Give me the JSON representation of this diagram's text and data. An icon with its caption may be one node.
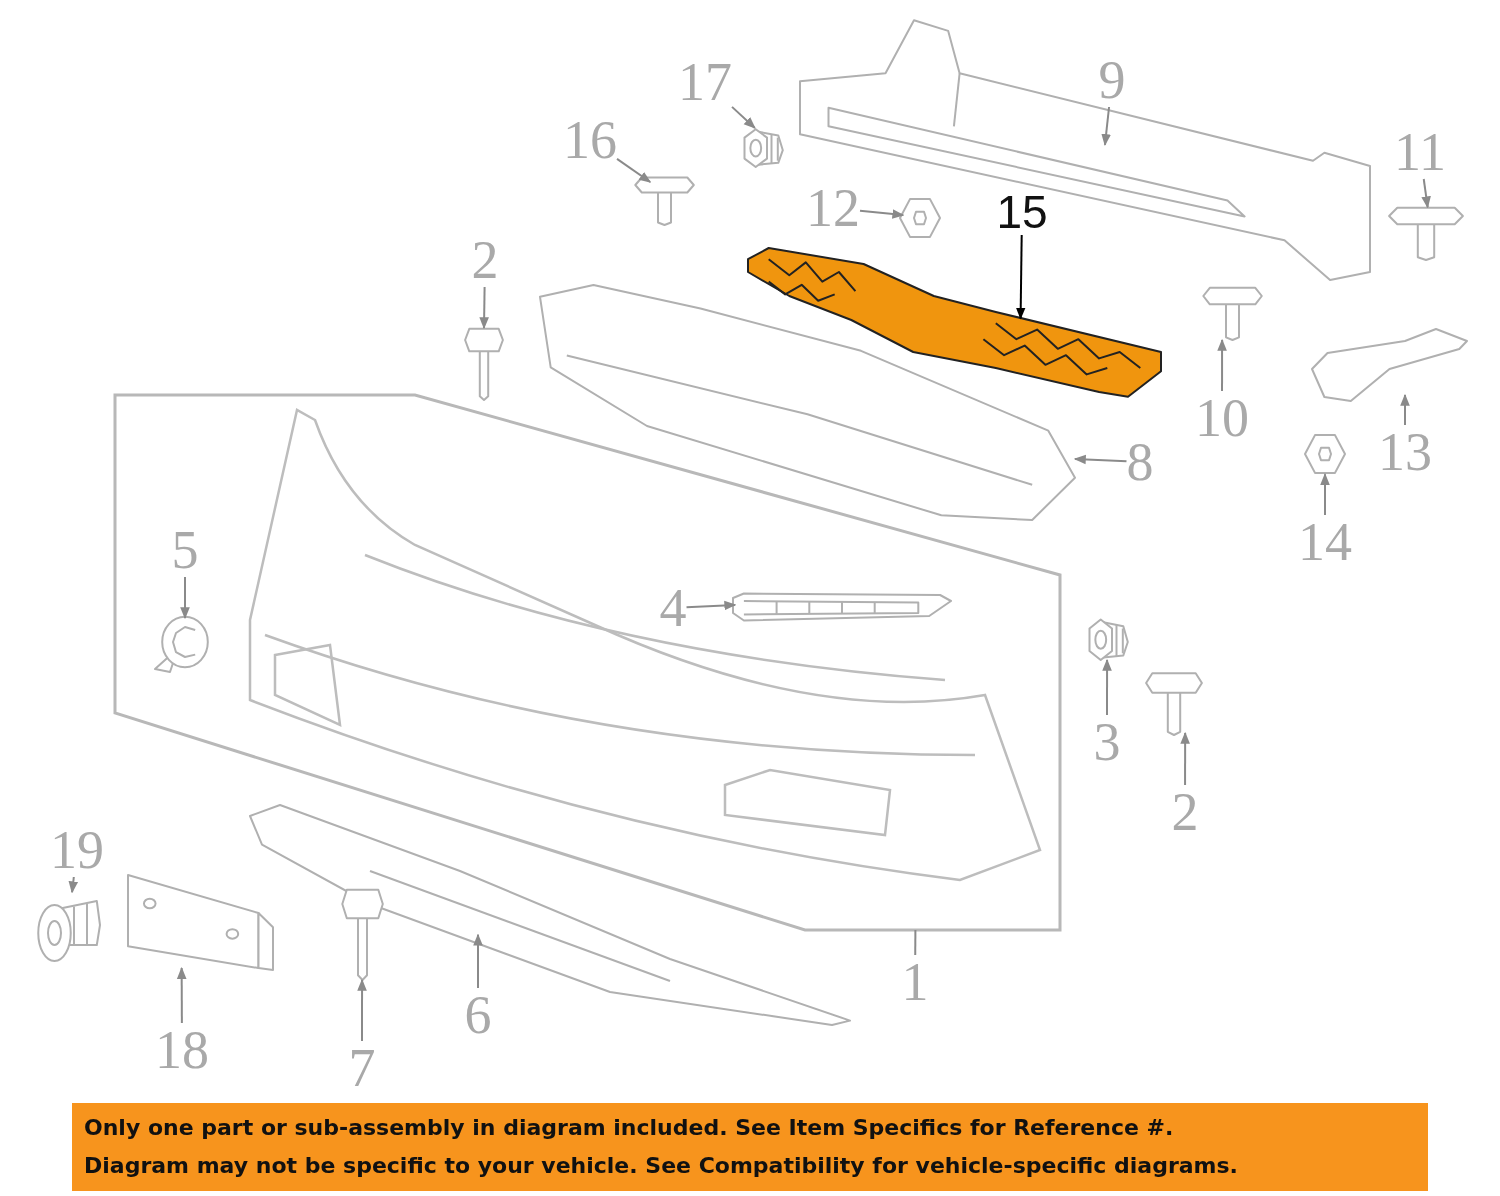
{
  "diagram": {
    "nodes": [
      {
        "text": [
          "17"
        ]
      },
      {
        "text": [],
        "shape": "picture"
      },
      {
        "text": [
          "9"
        ]
      },
      {
        "text": [],
        "shape": "picture"
      },
      {
        "text": [
          "16"
        ]
      },
      {
        "text": [],
        "shape": "picture"
      },
      {
        "text": [
          "11"
        ]
      },
      {
        "text": [],
        "shape": "picture"
      },
      {
        "text": [
          "12"
        ]
      },
      {
        "text": [],
        "shape": "picture"
      },
      {
        "text": [
          "15"
        ]
      },
      {
        "text": [],
        "shape": "picture"
      },
      {
        "text": [
          "2"
        ]
      },
      {
        "text": [],
        "shape": "picture"
      },
      {
        "text": [
          "10"
        ]
      },
      {
        "text": [],
        "shape": "picture"
      },
      {
        "text": [
          "13"
        ]
      },
      {
        "text": [],
        "shape": "picture"
      },
      {
        "text": [],
        "shape": "box"
      },
      {
        "text": [
          "8"
        ]
      },
      {
        "text": [],
        "shape": "picture"
      },
      {
        "text": [
          "14"
        ]
      },
      {
        "text": [],
        "shape": "picture"
      },
      {
        "text": [
          "5"
        ],
        "in": 18
      },
      {
        "text": [],
        "shape": "picture",
        "in": 18
      },
      {
        "text": [
          "4"
        ],
        "in": 18
      },
      {
        "text": [],
        "shape": "picture",
        "in": 18
      },
      {
        "text": [
          "3"
        ]
      },
      {
        "text": [],
        "shape": "picture"
      },
      {
        "text": [
          "2"
        ]
      },
      {
        "text": [],
        "shape": "picture"
      },
      {
        "text": [
          "19"
        ]
      },
      {
        "text": [],
        "shape": "picture"
      },
      {
        "text": [],
        "shape": "picture"
      },
      {
        "text": [],
        "shape": "picture"
      },
      {
        "text": [],
        "shape": "picture"
      },
      {
        "text": [
          "6"
        ]
      },
      {
        "text": [
          "18"
        ]
      },
      {
        "text": [
          "7"
        ]
      },
      {
        "text": [
          "1"
        ]
      },
      {
        "text": [
          "Only one part or sub-assembly in diagram included. See Item Specifics for Reference #.",
          "Diagram may not be specific to your vehicle. See Compatibility for vehicle-specific diagrams."
        ]
      }
    ],
    "edges": [
      {
        "from": 0,
        "to": 1,
        "arrow": "to"
      },
      {
        "from": 2,
        "to": 3,
        "arrow": "to"
      },
      {
        "from": 4,
        "to": 5,
        "arrow": "to"
      },
      {
        "from": 6,
        "to": 7,
        "arrow": "to"
      },
      {
        "from": 8,
        "to": 9,
        "arrow": "to"
      },
      {
        "from": 10,
        "to": 11,
        "arrow": "to",
        "color": "#000000"
      },
      {
        "from": 12,
        "to": 13,
        "arrow": "to"
      },
      {
        "from": 14,
        "to": 15,
        "arrow": "to"
      },
      {
        "from": 16,
        "to": 17,
        "arrow": "to"
      },
      {
        "from": 19,
        "to": 20,
        "arrow": "to"
      },
      {
        "from": 21,
        "to": 22,
        "arrow": "to"
      },
      {
        "from": 23,
        "to": 24,
        "arrow": "to"
      },
      {
        "from": 25,
        "to": 26,
        "arrow": "to"
      },
      {
        "from": 27,
        "to": 28,
        "arrow": "to"
      },
      {
        "from": 29,
        "to": 30,
        "arrow": "to"
      },
      {
        "from": 31,
        "to": 32,
        "arrow": "to"
      },
      {
        "from": 37,
        "to": 33,
        "arrow": "to"
      },
      {
        "from": 36,
        "to": 34,
        "arrow": "to"
      },
      {
        "from": 38,
        "to": 35,
        "arrow": "to"
      },
      {
        "from": 39,
        "to": 18,
        "arrow": "none"
      }
    ]
  }
}
